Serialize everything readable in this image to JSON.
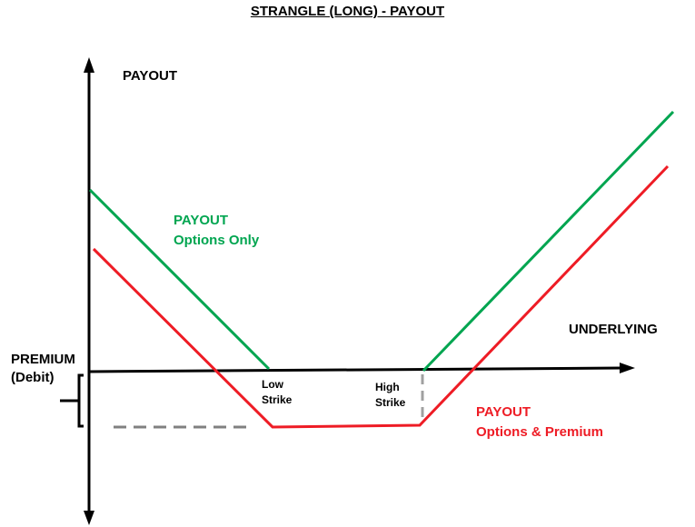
{
  "title": "STRANGLE (LONG)  - PAYOUT",
  "axes": {
    "y_label": "PAYOUT",
    "x_label": "UNDERLYING"
  },
  "premium": {
    "line1": "PREMIUM",
    "line2": "(Debit)"
  },
  "strikes": {
    "low": {
      "line1": "Low",
      "line2": "Strike"
    },
    "high": {
      "line1": "High",
      "line2": "Strike"
    }
  },
  "curves": {
    "options_only": {
      "line1": "PAYOUT",
      "line2": "Options Only",
      "color": "#00a550"
    },
    "options_premium": {
      "line1": "PAYOUT",
      "line2": "Options  & Premium",
      "color": "#ee1c25"
    }
  },
  "colors": {
    "axis": "#000000",
    "dashed": "#808080"
  }
}
